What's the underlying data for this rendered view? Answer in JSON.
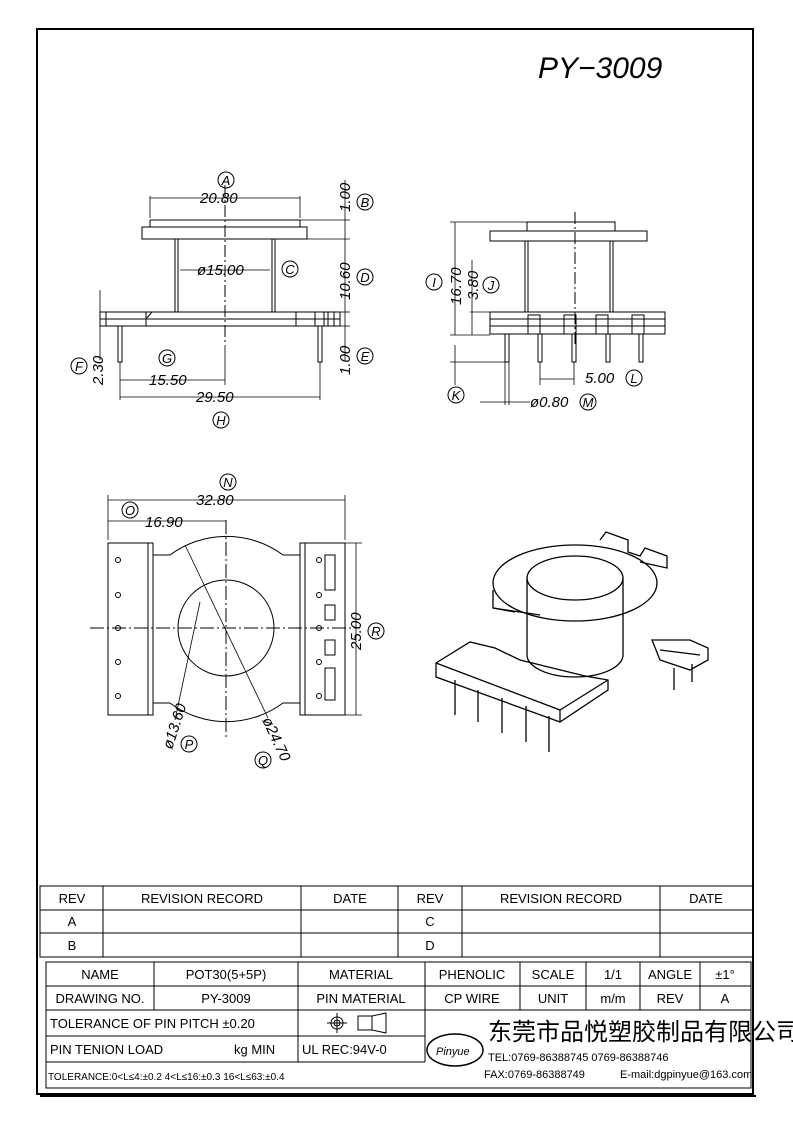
{
  "part_number": "PY−3009",
  "front_view": {
    "dims": {
      "A": "20.80",
      "B": "1.00",
      "C": "ø15.00",
      "D": "10.60",
      "E": "1.00",
      "F": "2.30",
      "G": "15.50",
      "H": "29.50"
    },
    "labels": [
      "A",
      "B",
      "C",
      "D",
      "E",
      "F",
      "G",
      "H"
    ]
  },
  "side_view": {
    "dims": {
      "I": "16.70",
      "J": "3.80",
      "K": "",
      "L": "5.00",
      "M": "ø0.80"
    },
    "labels": [
      "I",
      "J",
      "K",
      "L",
      "M"
    ]
  },
  "top_view": {
    "dims": {
      "N": "32.80",
      "O": "16.90",
      "P": "ø13.60",
      "Q": "ø24.70",
      "R": "25.00"
    },
    "labels": [
      "N",
      "O",
      "P",
      "Q",
      "R"
    ]
  },
  "revision_table": {
    "headers": [
      "REV",
      "REVISION RECORD",
      "DATE",
      "REV",
      "REVISION RECORD",
      "DATE"
    ],
    "rows": [
      [
        "A",
        "",
        "",
        "C",
        "",
        ""
      ],
      [
        "B",
        "",
        "",
        "D",
        "",
        ""
      ]
    ]
  },
  "title_block": {
    "name_label": "NAME",
    "name_value": "POT30(5+5P)",
    "material_label": "MATERIAL",
    "material_value": "PHENOLIC",
    "scale_label": "SCALE",
    "scale_value": "1/1",
    "angle_label": "ANGLE",
    "angle_value": "±1°",
    "drawing_no_label": "DRAWING NO.",
    "drawing_no_value": "PY-3009",
    "pin_material_label": "PIN MATERIAL",
    "pin_material_value": "CP WIRE",
    "unit_label": "UNIT",
    "unit_value": "m/m",
    "rev_label": "REV",
    "rev_value": "A",
    "pin_pitch_tol": "TOLERANCE OF PIN PITCH ±0.20",
    "pin_tension_label": "PIN TENION LOAD",
    "pin_tension_unit": "kg MIN",
    "ul_rec": "UL REC:94V-0",
    "tolerance_line": "TOLERANCE:0<L≤4:±0.2  4<L≤16:±0.3  16<L≤63:±0.4",
    "logo_text": "Pinyue",
    "company_name": "东莞市品悦塑胶制品有限公司",
    "tel": "TEL:0769-86388745    0769-86388746",
    "fax": "FAX:0769-86388749",
    "email": "E-mail:dgpinyue@163.com"
  }
}
